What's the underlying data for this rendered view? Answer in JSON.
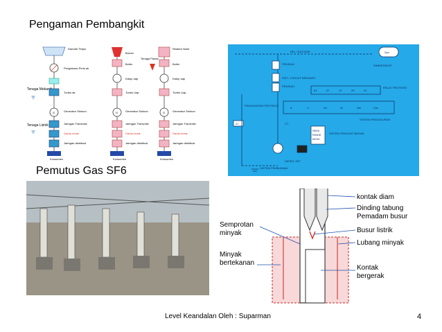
{
  "titles": {
    "top": "Pengaman Pembangkit",
    "bottom": "Pemutus Gas SF6"
  },
  "footer": {
    "text": "Level Keandalan Oleh : Suparman",
    "page": "4"
  },
  "plants_diagram": {
    "side_labels": [
      "Tenaga Mekanik",
      "Tenaga Listrik"
    ],
    "hydro": [
      "Dam/Air Terjun",
      "Pengaturan Pintu air",
      "Turbin air",
      "Generator Sinkron",
      "Jaringan Transmisi",
      "Gardu induk",
      "Jaringan distribusi"
    ],
    "thermal": [
      "Burner",
      "Tenaga Panas",
      "Boiler",
      "Katup uap",
      "Turbin Uap",
      "Generator Sinkron",
      "Jaringan Transmisi",
      "Gardu induk",
      "Jaringan distribusi"
    ],
    "nuclear": [
      "Reaktor Nukir",
      "Boiler",
      "Katup uap",
      "Turbin Uap",
      "Generator Sinkron",
      "Jaringan Transmisi",
      "Gardu induk",
      "Jaringan distribusi"
    ],
    "consumer": "Konsumen"
  },
  "protection_diagram": {
    "bus": "REL / BUS BAR",
    "syn": "Syn",
    "sinkroskop": "SINKROSKOP",
    "pemisah": "PEMISAH",
    "pmt": "PMT / CIRCUIT BREAKER",
    "relay_codes": [
      "51",
      "47",
      "12",
      "25",
      "51"
    ],
    "relay": "RELAY PROTEKSI",
    "penghantar": "PENGHANTAR PROTEKSI",
    "pengukuran": "SISTEM PENGUKURAN",
    "code27": "27",
    "ct": "CT",
    "penguat": "SISTEM PENGUAT MEDAN",
    "diesel": "DIESEL SET",
    "pembumian": "SISTEM PEMBUMIAN",
    "meters": [
      "A",
      "V",
      "Hz",
      "W",
      "Var",
      "Cos"
    ],
    "modules": [
      "SEMI",
      "RINGE",
      "MODI"
    ]
  },
  "breaker_diagram": {
    "labels": [
      "kontak diam",
      "Dinding tabung Pemadam busur",
      "Busur listrik",
      "Lubang minyak",
      "Kontak bergerak",
      "Semprotan minyak",
      "Minyak bertekanan"
    ]
  }
}
